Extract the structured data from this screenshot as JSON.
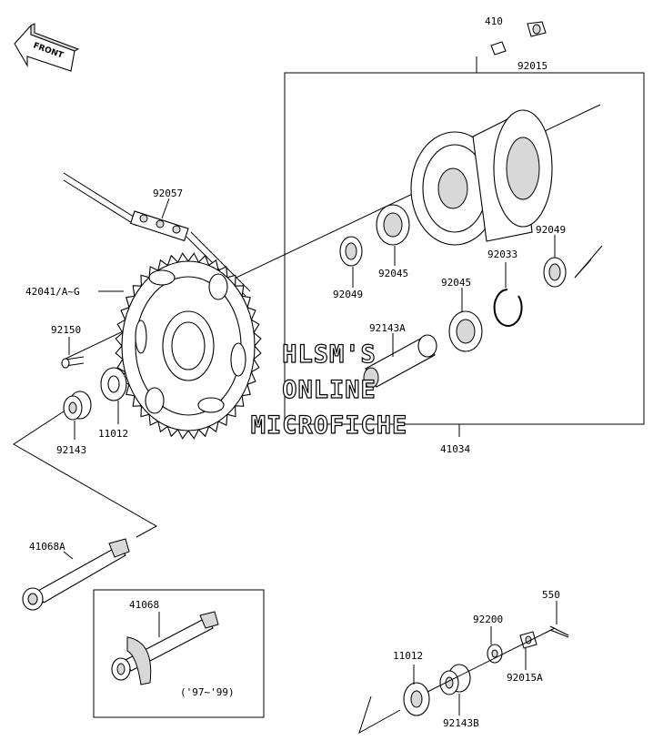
{
  "labels": {
    "p410": "410",
    "p92015": "92015",
    "p92057": "92057",
    "p92049_top": "92049",
    "p92049_left": "92049",
    "p92045_a": "92045",
    "p92045_b": "92045",
    "p92033": "92033",
    "p42041": "42041/A~G",
    "p92150": "92150",
    "p92143A": "92143A",
    "p11012_a": "11012",
    "p92143": "92143",
    "p41034": "41034",
    "p41068A": "41068A",
    "p41068": "41068",
    "p550": "550",
    "p92200": "92200",
    "p11012_b": "11012",
    "p92015A": "92015A",
    "p92143B": "92143B",
    "note_years": "('97~'99)"
  },
  "front_arrow": {
    "text": "FRONT",
    "icon": "front-arrow-icon"
  },
  "watermark": {
    "line1": "HLSM'S",
    "line2": "ONLINE",
    "line3": "MICROFICHE"
  }
}
